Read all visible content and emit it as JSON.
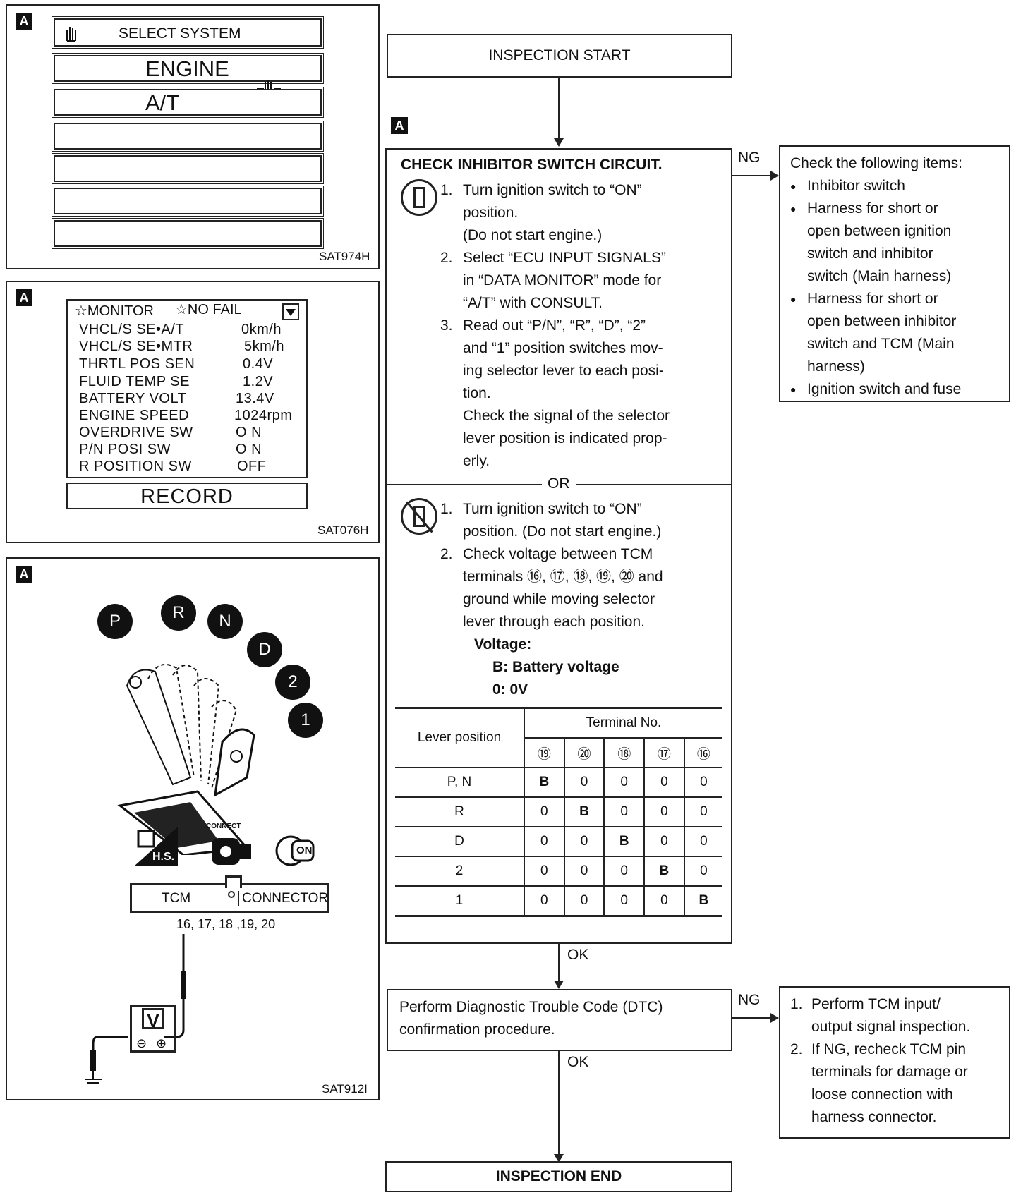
{
  "panels": {
    "select_system": {
      "tag": "A",
      "title": "SELECT SYSTEM",
      "options": [
        "ENGINE",
        "A/T"
      ],
      "code": "SAT974H"
    },
    "monitor": {
      "tag": "A",
      "header_left": "☆MONITOR",
      "header_right": "☆NO FAIL",
      "rows": [
        {
          "label": "VHCL/S SE•A/T",
          "value": "0km/h"
        },
        {
          "label": "VHCL/S SE•MTR",
          "value": "5km/h"
        },
        {
          "label": "THRTL POS SEN",
          "value": "0.4V"
        },
        {
          "label": "FLUID TEMP SE",
          "value": "1.2V"
        },
        {
          "label": "BATTERY VOLT",
          "value": "13.4V"
        },
        {
          "label": "ENGINE SPEED",
          "value": "1024rpm"
        },
        {
          "label": "OVERDRIVE SW",
          "value": "O N"
        },
        {
          "label": "P/N POSI SW",
          "value": "O N"
        },
        {
          "label": "R POSITION SW",
          "value": "OFF"
        }
      ],
      "record": "RECORD",
      "code": "SAT076H"
    },
    "shifter": {
      "tag": "A",
      "positions": [
        "P",
        "R",
        "N",
        "D",
        "2",
        "1"
      ],
      "hs_label": "H.S.",
      "connect_label": "CONNECT",
      "on_label": "ON",
      "tcm_label": "TCM",
      "connector_label": "CONNECTOR",
      "terminals": "16, 17, 18 ,19, 20",
      "voltmeter": "V",
      "code": "SAT912I"
    }
  },
  "flow": {
    "start": "INSPECTION START",
    "tag": "A",
    "check_title": "CHECK INHIBITOR SWITCH CIRCUIT.",
    "consult_steps": [
      {
        "n": "1.",
        "lines": [
          "Turn ignition switch to “ON”",
          "position.",
          "(Do not start engine.)"
        ]
      },
      {
        "n": "2.",
        "lines": [
          "Select “ECU INPUT SIGNALS”",
          "in “DATA MONITOR” mode for",
          "“A/T” with CONSULT."
        ]
      },
      {
        "n": "3.",
        "lines": [
          "Read out “P/N”, “R”, “D”, “2”",
          "and “1” position switches mov-",
          "ing selector lever to each posi-",
          "tion.",
          "Check the signal of the selector",
          "lever position is indicated prop-",
          "erly."
        ]
      }
    ],
    "or": "OR",
    "manual_steps": [
      {
        "n": "1.",
        "lines": [
          "Turn ignition switch to “ON”",
          "position. (Do not start engine.)"
        ]
      },
      {
        "n": "2.",
        "lines": [
          "Check voltage between TCM",
          "terminals ⑯, ⑰, ⑱, ⑲, ⑳ and",
          "ground while moving selector",
          "lever through each position."
        ]
      }
    ],
    "voltage_title": "Voltage:",
    "voltage_b": "B: Battery voltage",
    "voltage_0": "0: 0V",
    "table": {
      "lever_header": "Lever position",
      "terminal_header": "Terminal No.",
      "terminals": [
        "⑲",
        "⑳",
        "⑱",
        "⑰",
        "⑯"
      ],
      "rows": [
        {
          "pos": "P, N",
          "vals": [
            "B",
            "0",
            "0",
            "0",
            "0"
          ]
        },
        {
          "pos": "R",
          "vals": [
            "0",
            "B",
            "0",
            "0",
            "0"
          ]
        },
        {
          "pos": "D",
          "vals": [
            "0",
            "0",
            "B",
            "0",
            "0"
          ]
        },
        {
          "pos": "2",
          "vals": [
            "0",
            "0",
            "0",
            "B",
            "0"
          ]
        },
        {
          "pos": "1",
          "vals": [
            "0",
            "0",
            "0",
            "0",
            "B"
          ]
        }
      ]
    },
    "ng1": "NG",
    "ng1_title": "Check the following items:",
    "ng1_items": [
      [
        "Inhibitor switch"
      ],
      [
        "Harness for short or",
        "open between ignition",
        "switch and inhibitor",
        "switch (Main harness)"
      ],
      [
        "Harness for short or",
        "open between inhibitor",
        "switch and TCM (Main",
        "harness)"
      ],
      [
        "Ignition switch and fuse"
      ]
    ],
    "ok1": "OK",
    "dtc_lines": [
      "Perform Diagnostic Trouble Code (DTC)",
      "confirmation procedure."
    ],
    "ng2": "NG",
    "ng2_steps": [
      {
        "n": "1.",
        "lines": [
          "Perform TCM input/",
          "output signal inspection."
        ]
      },
      {
        "n": "2.",
        "lines": [
          "If NG, recheck TCM pin",
          "terminals for damage or",
          "loose connection with",
          "harness connector."
        ]
      }
    ],
    "ok2": "OK",
    "end": "INSPECTION END"
  }
}
